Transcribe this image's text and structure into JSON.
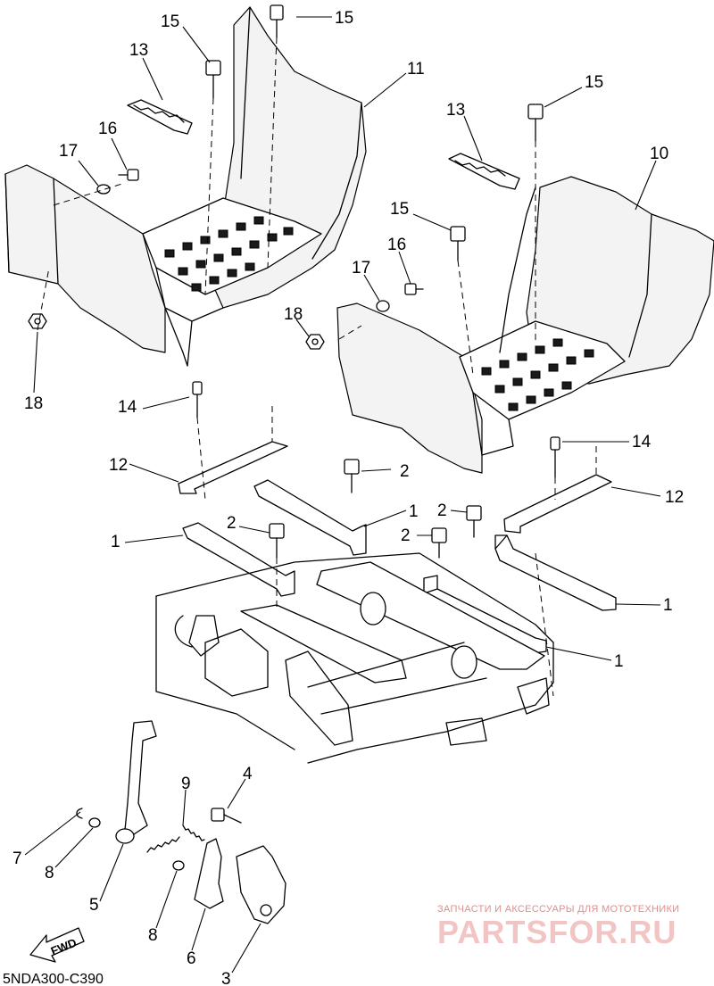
{
  "diagram": {
    "code": "5NDA300-C390",
    "fwd_label": "FWD",
    "labels": {
      "l15_top_left": "15",
      "l15_top_mid": "15",
      "l13_left": "13",
      "l11": "11",
      "l16_left": "16",
      "l17_left": "17",
      "l18_left": "18",
      "l14_left": "14",
      "l12_left": "12",
      "l1_left": "1",
      "l2_left": "2",
      "l2_mid": "2",
      "l1_mid": "1",
      "l15_right_top": "15",
      "l13_right": "13",
      "l10": "10",
      "l15_right": "15",
      "l16_right": "16",
      "l17_right": "17",
      "l18_right": "18",
      "l14_right": "14",
      "l12_right": "12",
      "l2_right_a": "2",
      "l2_right_b": "2",
      "l1_right_a": "1",
      "l1_right_b": "1",
      "l9": "9",
      "l4": "4",
      "l7": "7",
      "l8_top": "8",
      "l5": "5",
      "l8_bottom": "8",
      "l6": "6",
      "l3": "3"
    }
  },
  "watermark": {
    "caption": "ЗАПЧАСТИ И АКСЕССУАРЫ ДЛЯ МОТОТЕХНИКИ",
    "brand": "PARTSFOR.RU"
  }
}
